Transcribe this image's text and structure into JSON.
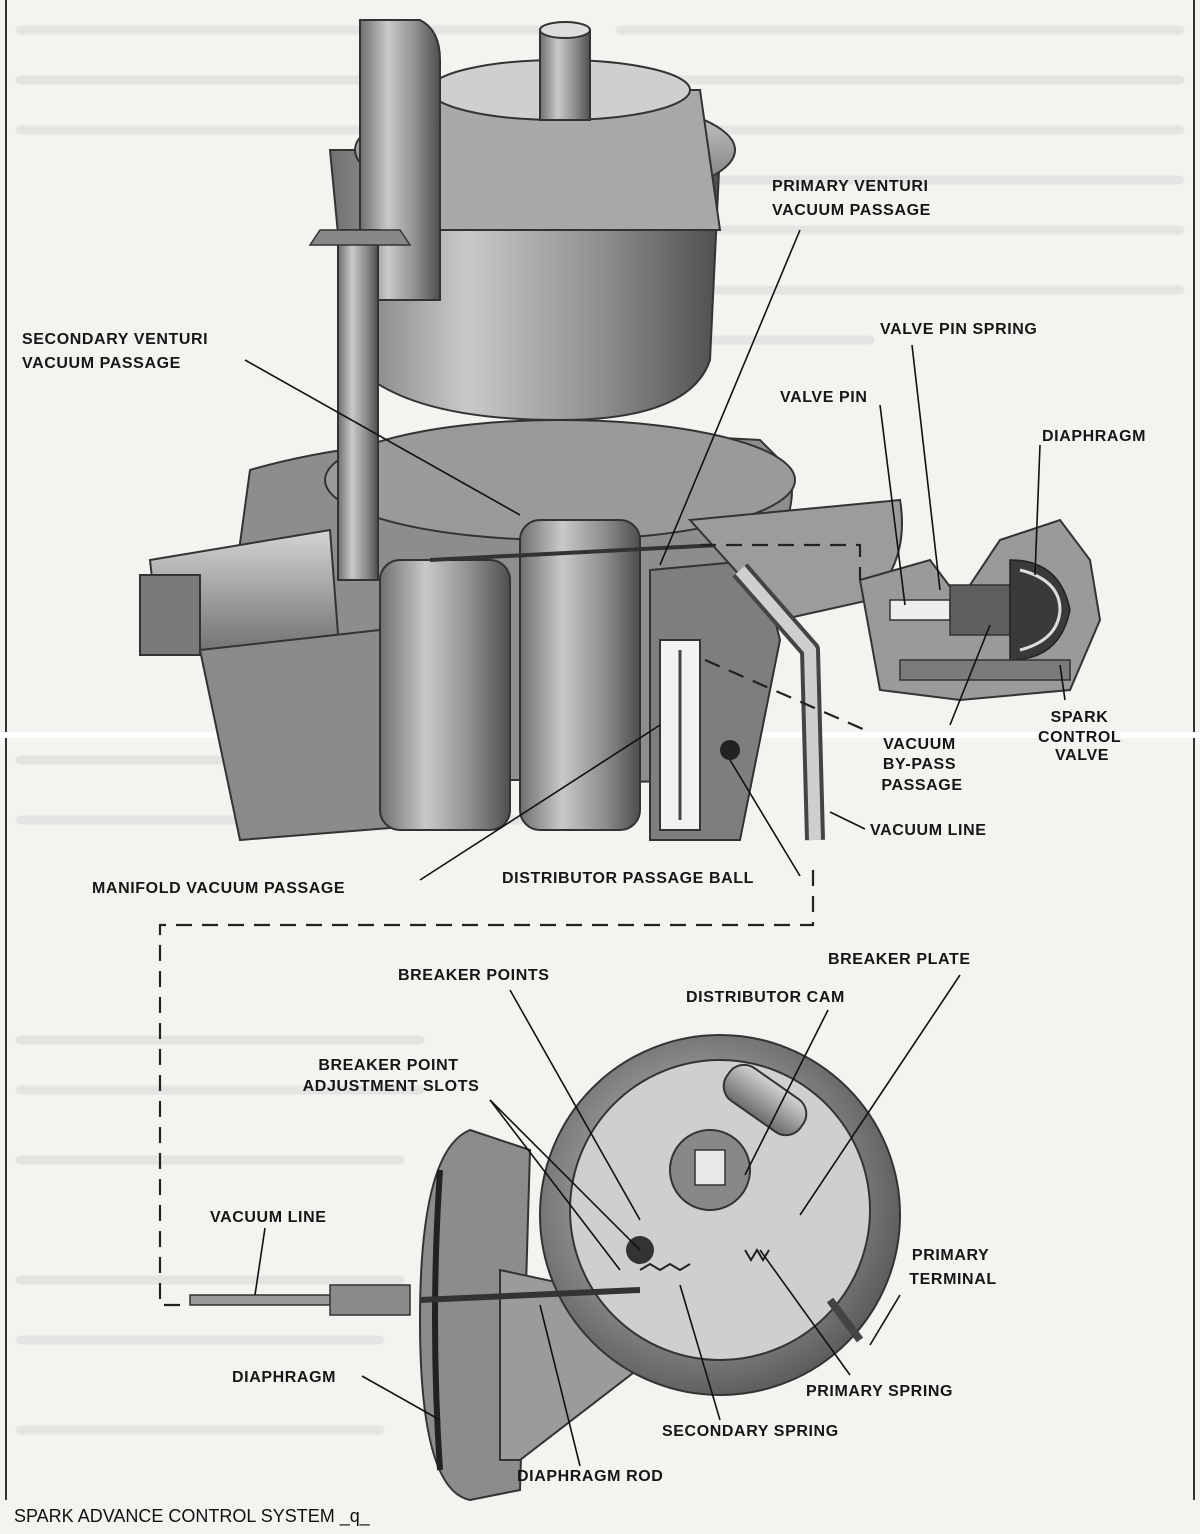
{
  "labels": {
    "primary_venturi_vacuum_passage": [
      "PRIMARY VENTURI",
      "VACUUM PASSAGE"
    ],
    "secondary_venturi_vacuum_passage": [
      "SECONDARY VENTURI",
      "VACUUM PASSAGE"
    ],
    "valve_pin_spring": "VALVE PIN SPRING",
    "valve_pin": "VALVE PIN",
    "diaphragm_top": "DIAPHRAGM",
    "spark_control_valve": [
      "SPARK",
      "CONTROL",
      "VALVE"
    ],
    "vacuum_bypass_passage": [
      "VACUUM",
      "BY-PASS",
      "PASSAGE"
    ],
    "vacuum_line_top": "VACUUM LINE",
    "manifold_vacuum_passage": "MANIFOLD VACUUM PASSAGE",
    "distributor_passage_ball": "DISTRIBUTOR PASSAGE BALL",
    "breaker_points": "BREAKER POINTS",
    "breaker_plate": "BREAKER PLATE",
    "distributor_cam": "DISTRIBUTOR CAM",
    "breaker_point_adjustment_slots": [
      "BREAKER POINT",
      "ADJUSTMENT SLOTS"
    ],
    "vacuum_line_bottom": "VACUUM LINE",
    "primary_terminal": [
      "PRIMARY",
      "TERMINAL"
    ],
    "diaphragm_bottom": "DIAPHRAGM",
    "primary_spring": "PRIMARY SPRING",
    "secondary_spring": "SECONDARY SPRING",
    "diaphragm_rod": "DIAPHRAGM ROD"
  },
  "caption": "SPARK ADVANCE CONTROL SYSTEM _q_"
}
